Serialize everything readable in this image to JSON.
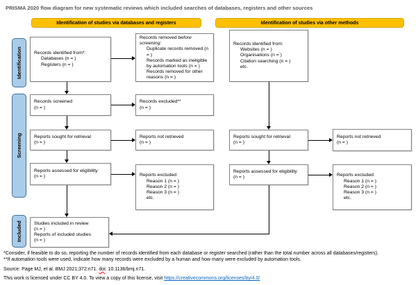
{
  "title": "PRISMA 2020 flow diagram for new systematic reviews which included searches of databases, registers and other sources",
  "banners": {
    "databases": "Identification of studies via databases and registers",
    "other": "Identification of studies via other methods"
  },
  "sidebar": {
    "identification": "Identification",
    "screening": "Screening",
    "included": "Included"
  },
  "boxes": {
    "db_identified": {
      "title": "Records identified from*:",
      "items": [
        "Databases (n = )",
        "Registers (n = )"
      ]
    },
    "records_removed": {
      "title_normal": "Records removed ",
      "title_italic": "before screening:",
      "items": [
        "Duplicate records removed (n = )",
        "Records marked as ineligible by automation tools (n = )",
        "Records removed for other reasons (n = )"
      ]
    },
    "other_identified": {
      "title": "Records identified from:",
      "items": [
        "Websites (n = )",
        "Organisations (n = )",
        "Citation searching (n = )",
        "etc."
      ]
    },
    "records_screened": {
      "line1": "Records screened",
      "line2": "(n = )"
    },
    "records_excluded": {
      "line1": "Records excluded**",
      "line2": "(n = )"
    },
    "reports_sought_db": {
      "line1": "Reports sought for retrieval",
      "line2": "(n = )"
    },
    "reports_not_retrieved_db": {
      "line1": "Reports not retrieved",
      "line2": "(n = )"
    },
    "reports_assessed_db": {
      "line1": "Reports assessed for eligibility",
      "line2": "(n = )"
    },
    "reports_excluded_db": {
      "title": "Reports excluded:",
      "items": [
        "Reason 1 (n = )",
        "Reason 2 (n = )",
        "Reason 3 (n = )",
        "etc."
      ]
    },
    "reports_sought_other": {
      "line1": "Reports sought for retrieval",
      "line2": "(n = )"
    },
    "reports_not_retrieved_other": {
      "line1": "Reports not retrieved",
      "line2": "(n = )"
    },
    "reports_assessed_other": {
      "line1": "Reports assessed for eligibility",
      "line2": "(n = )"
    },
    "reports_excluded_other": {
      "title": "Reports excluded:",
      "items": [
        "Reason 1 (n = )",
        "Reason 2 (n = )",
        "Reason 3 (n = )",
        "etc."
      ]
    },
    "studies_included": {
      "lines": [
        "Studies included in review",
        "(n = )",
        "Reports of included studies",
        "(n = )"
      ]
    }
  },
  "footnotes": {
    "footnote1": "*Consider, if feasible to do so, reporting the number of records identified from each database or register searched (rather than the total number across all databases/registers).",
    "footnote2": "**If automation tools were used, indicate how many records were excluded by a human and how many were excluded by automation tools.",
    "source": {
      "prefix": "Source: Page MJ, et al. BMJ 2021;372:n71. ",
      "doi": "doi",
      "suffix": ": 10.1136/bmj.n71."
    },
    "license": {
      "prefix": "This work is licensed under CC BY 4.0. To view a copy of this license, visit ",
      "link": "https://creativecommons.org/licenses/by/4.0/"
    }
  },
  "colors": {
    "banner": "#FFC000",
    "banner-border": "#D9A400",
    "sidebar-fill": "#A9CCE9",
    "sidebar-border": "#41719C",
    "box-border": "#808080",
    "arrow": "#000000",
    "link": "#0563C1",
    "doi-underline": "#FF0000",
    "title-text": "#595959"
  }
}
